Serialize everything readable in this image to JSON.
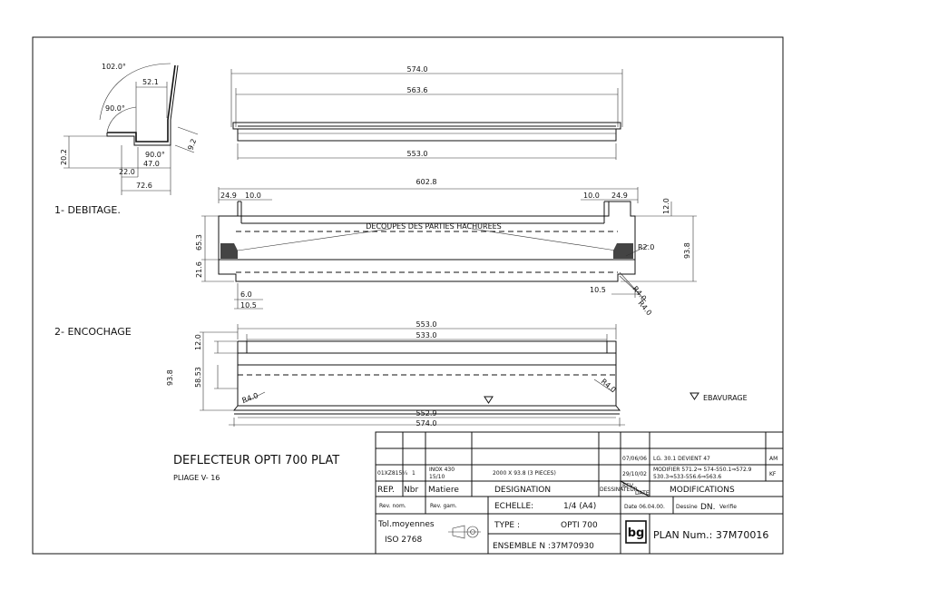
{
  "sections": {
    "debitage": "1- DEBITAGE.",
    "encochage": "2- ENCOCHAGE"
  },
  "profile_dims": {
    "a102": "102.0°",
    "a90a": "90.0°",
    "d521": "52.1",
    "d202": "20.2",
    "a90b": "90.0°",
    "d470": "47.0",
    "d220": "22.0",
    "d726": "72.6",
    "d92": "9.2"
  },
  "front_view": {
    "d5740": "574.0",
    "d5636": "563.6",
    "d5530": "553.0"
  },
  "debitage_view": {
    "d6028": "602.8",
    "d249l": "24.9",
    "d100l": "10.0",
    "d100r": "10.0",
    "d249r": "24.9",
    "d120": "12.0",
    "d653": "65.3",
    "d216": "21.6",
    "d938": "93.8",
    "r20": "R2.0",
    "d60": "6.0",
    "d105l": "10.5",
    "d105r": "10.5",
    "r40a": "R4.0",
    "r40b": "R4.0",
    "note": "DECOUPES DES PARTIES HACHUREES"
  },
  "encochage_view": {
    "d5530": "553.0",
    "d5330": "533.0",
    "d120": "12.0",
    "d938": "93.8",
    "d5853": "58.53",
    "r40l": "R4.0",
    "r40r": "R4.0",
    "d5529": "552.9",
    "d5740": "574.0",
    "ebavurage": "EBAVURAGE"
  },
  "title": {
    "main": "DEFLECTEUR OPTI 700 PLAT",
    "sub": "PLIAGE V- 16"
  },
  "title_block": {
    "rep_value": "01XZ815¼",
    "nbr_value": "1",
    "matiere_value_1": "INOX 430",
    "matiere_value_2": "15/10",
    "designation_value": "2000 X 93.8 (3 PIECES)",
    "rep": "REP.",
    "nbr": "Nbr",
    "matiere": "Matiere",
    "designation": "DESIGNATION",
    "dessinateur_small": "DESSINATEUR",
    "rev_nom": "Rev. nom.",
    "rev_gam": "Rev. gam.",
    "echelle": "ECHELLE:",
    "echelle_value": "1/4 (A4)",
    "tol": "Tol.moyennes",
    "iso": "ISO 2768",
    "type": "TYPE :",
    "type_value": "OPTI 700",
    "ensemble": "ENSEMBLE N :37M70930",
    "logo": "bg",
    "plan": "PLAN Num.: 37M70016",
    "mod1_date": "07/06/06",
    "mod1_text": "LG. 30.1 DEVIENT 47",
    "mod1_init": "AM",
    "mod2_date": "29/10/02",
    "mod2_text_1": "MODIFIER 571.2⇒ 574-550.1⇒572.9",
    "mod2_text_2": "530.3⇒533-556.6⇒563.6",
    "mod2_init": "KF",
    "rev": "REV.",
    "date": "DATE",
    "modifications": "MODIFICATIONS",
    "date_label": "Date 06.04.00.",
    "dessine": "Dessine",
    "dn": "DN.",
    "verifie": "Verifie"
  }
}
